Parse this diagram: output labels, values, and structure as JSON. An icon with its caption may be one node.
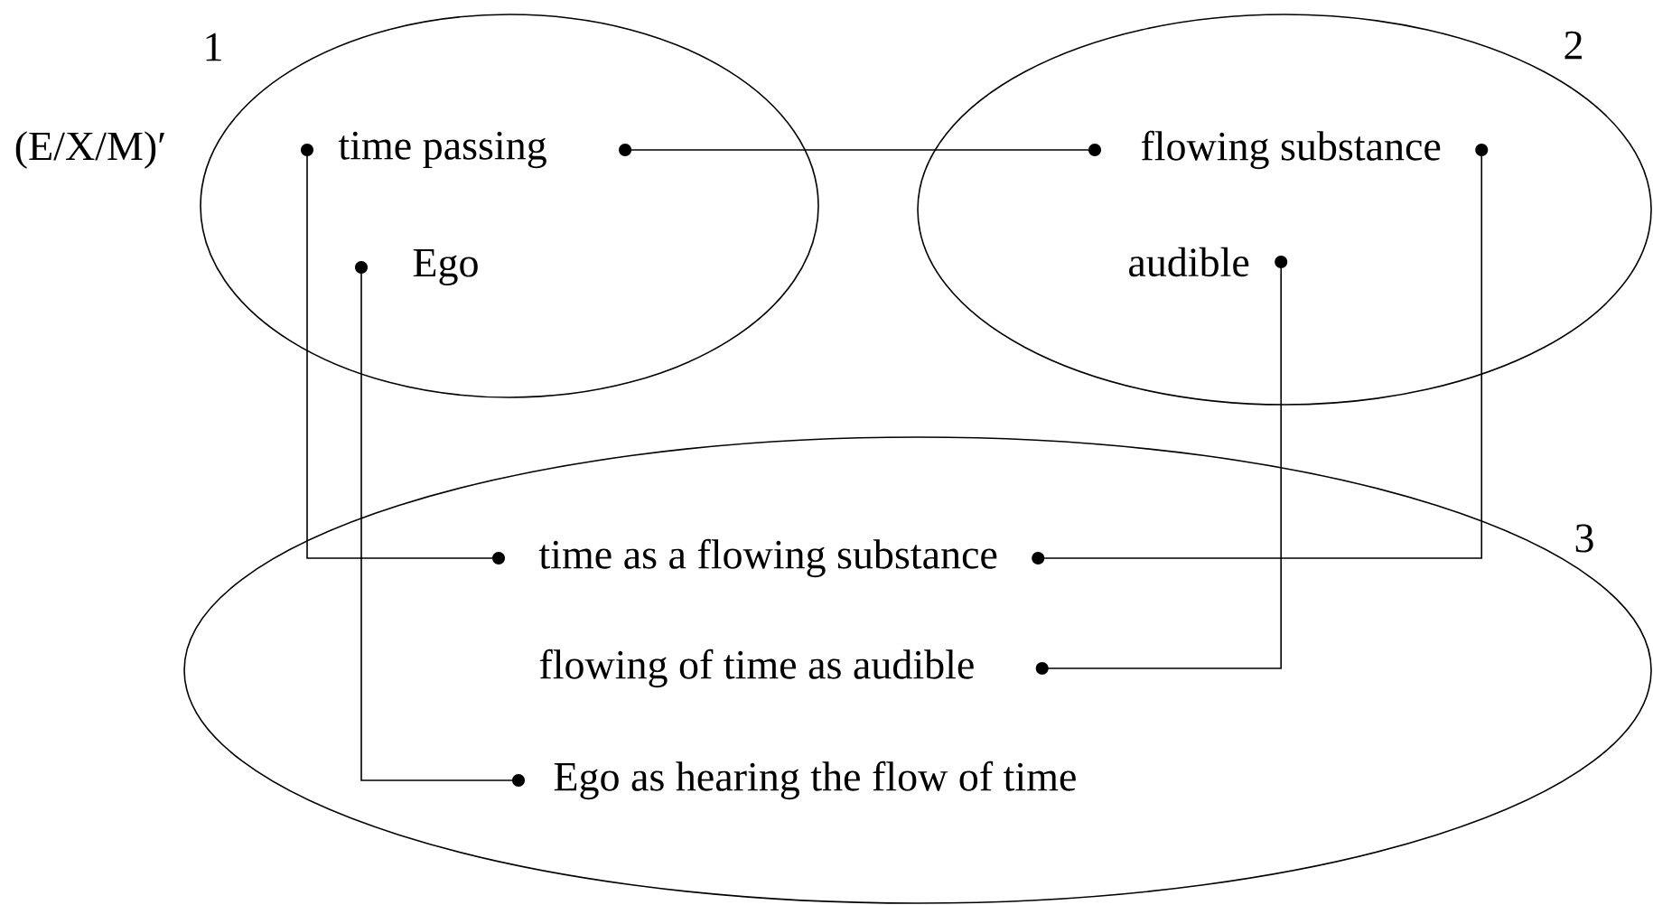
{
  "diagram": {
    "nodes": [
      {
        "text": [],
        "shape": "ellipse",
        "beside": [
          "1"
        ]
      },
      {
        "text": [],
        "shape": "ellipse",
        "beside": [
          "2"
        ]
      },
      {
        "text": [],
        "shape": "ellipse",
        "beside": [
          "3"
        ]
      },
      {
        "text": [
          "time passing"
        ],
        "in": 0
      },
      {
        "text": [
          "Ego"
        ],
        "in": 0
      },
      {
        "text": [
          "flowing substance"
        ],
        "in": 1
      },
      {
        "text": [
          "audible"
        ],
        "in": 1
      },
      {
        "text": [
          "time as a flowing substance"
        ],
        "in": 2
      },
      {
        "text": [
          "flowing of time as audible"
        ],
        "in": 2
      },
      {
        "text": [
          "Ego as hearing the flow of time"
        ],
        "in": 2
      }
    ],
    "edges": [
      {
        "from": 3,
        "to": 5,
        "arrow": "other"
      },
      {
        "from": 3,
        "to": 7,
        "arrow": "other"
      },
      {
        "from": 4,
        "to": 9,
        "arrow": "other"
      },
      {
        "from": 5,
        "to": 7,
        "arrow": "other"
      },
      {
        "from": 6,
        "to": 8,
        "arrow": "other"
      }
    ],
    "labels": [
      "(E/X/M)′"
    ]
  }
}
